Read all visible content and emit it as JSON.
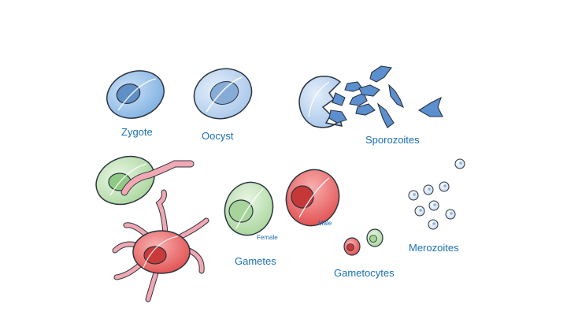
{
  "labels": {
    "zygote": "Zygote",
    "oocyst": "Oocyst",
    "sporozoites": "Sporozoites",
    "gametes": "Gametes",
    "female": "Female",
    "male": "Male",
    "gametocytes": "Gametocytes",
    "merozoites": "Merozoites"
  },
  "colors": {
    "label_text": "#1a6fb0",
    "zygote_fill": "#8fb8e6",
    "oocyst_fill": "#b6d0ee",
    "sporozoite_fill": "#5b8fd0",
    "female_fill": "#bfe0b6",
    "male_fill": "#ea6a6a",
    "merozoite_fill": "#e7f0fa",
    "outline": "#2b3440"
  }
}
